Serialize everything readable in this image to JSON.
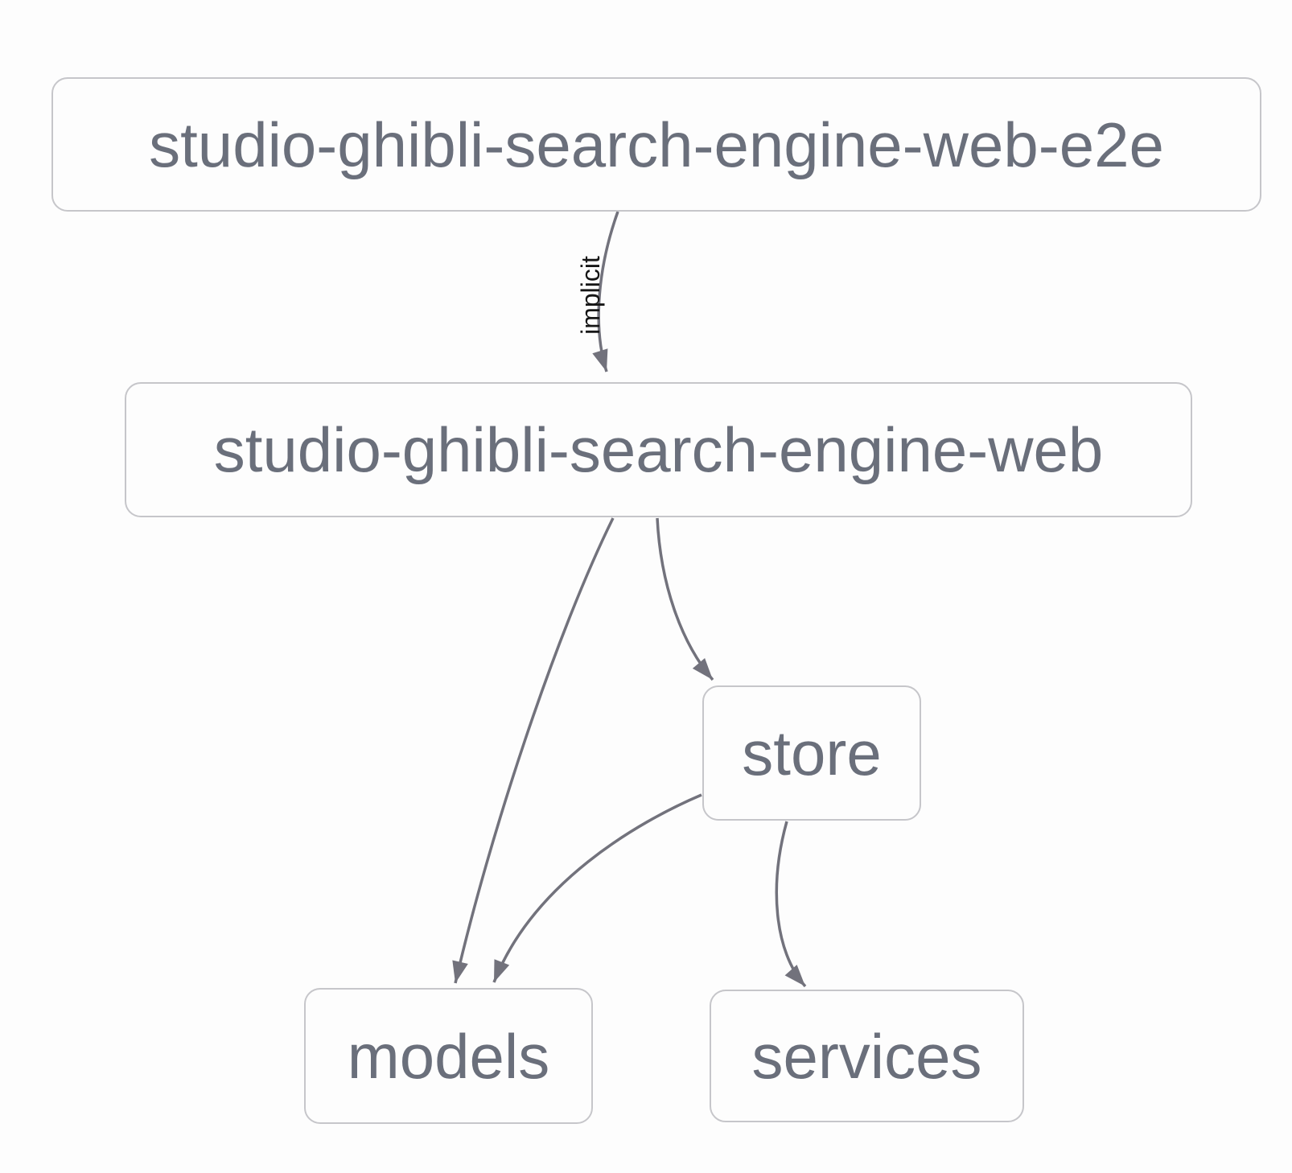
{
  "diagram": {
    "type": "dependency-graph",
    "nodes": [
      {
        "id": "e2e",
        "label": "studio-ghibli-search-engine-web-e2e"
      },
      {
        "id": "web",
        "label": "studio-ghibli-search-engine-web"
      },
      {
        "id": "store",
        "label": "store"
      },
      {
        "id": "models",
        "label": "models"
      },
      {
        "id": "services",
        "label": "services"
      }
    ],
    "edges": [
      {
        "from": "studio-ghibli-search-engine-web-e2e",
        "to": "studio-ghibli-search-engine-web",
        "label": "implicit"
      },
      {
        "from": "studio-ghibli-search-engine-web",
        "to": "models",
        "label": ""
      },
      {
        "from": "studio-ghibli-search-engine-web",
        "to": "store",
        "label": ""
      },
      {
        "from": "store",
        "to": "models",
        "label": ""
      },
      {
        "from": "store",
        "to": "services",
        "label": ""
      }
    ],
    "colors": {
      "background": "#fdfdfd",
      "node_fill": "#fdfdfd",
      "node_border": "#c6c6ca",
      "node_text": "#6a6f7b",
      "edge": "#72727c",
      "edge_label_text": "#161616"
    }
  }
}
